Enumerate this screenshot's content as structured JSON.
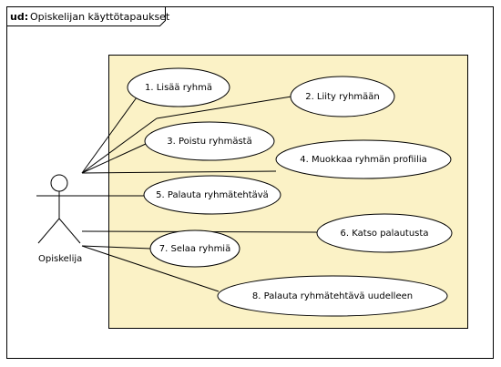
{
  "frame": {
    "keyword": "ud:",
    "title": "Opiskelijan käyttötapaukset"
  },
  "actor": {
    "name": "Opiskelija"
  },
  "use_cases": [
    {
      "label": "1. Lisää ryhmä"
    },
    {
      "label": "2. Liity ryhmään"
    },
    {
      "label": "3. Poistu ryhmästä"
    },
    {
      "label": "4. Muokkaa ryhmän profiilia"
    },
    {
      "label": "5. Palauta ryhmätehtävä"
    },
    {
      "label": "6. Katso palautusta"
    },
    {
      "label": "7. Selaa ryhmiä"
    },
    {
      "label": "8. Palauta ryhmätehtävä uudelleen"
    }
  ],
  "colors": {
    "boundary_fill": "#fbf2c6",
    "boundary_stroke": "#000000",
    "usecase_fill": "#ffffff",
    "line": "#000000"
  }
}
